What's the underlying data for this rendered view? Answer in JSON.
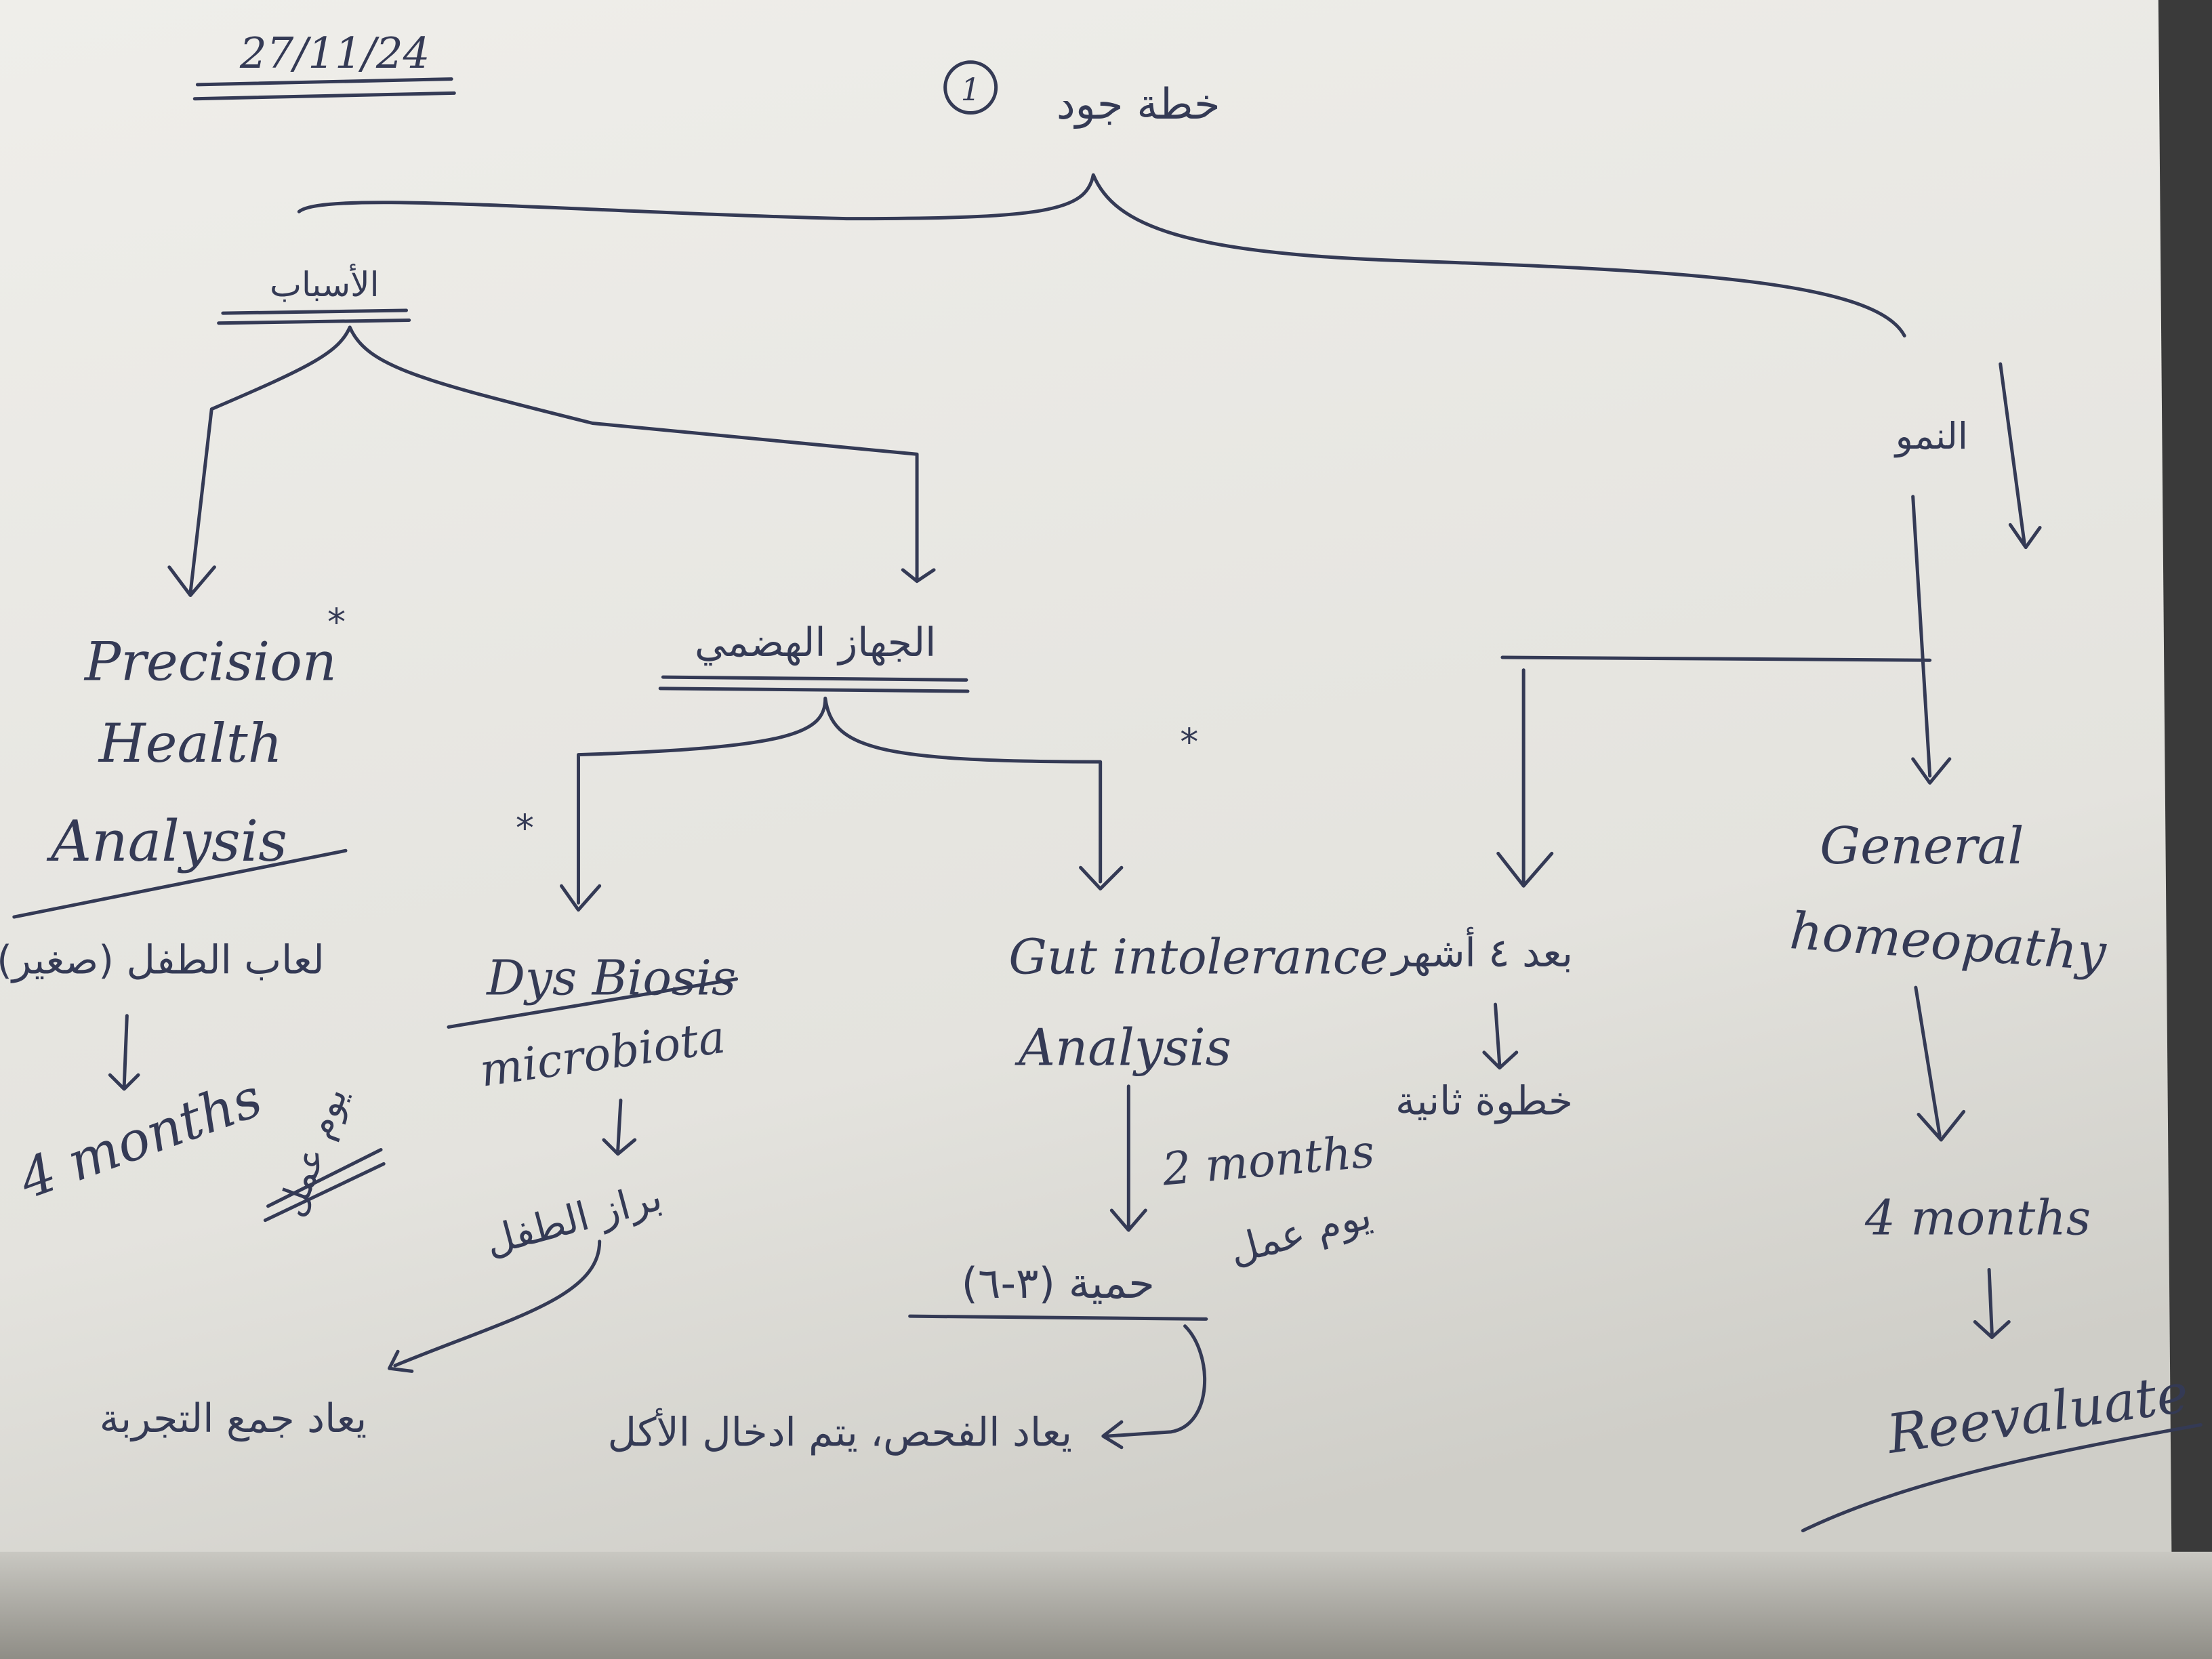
{
  "note": {
    "date": "27/11/24",
    "title": "خطة جود",
    "page_number": "1",
    "causes": {
      "heading": "الأسباب",
      "precision": {
        "line1": "Precision",
        "line2": "Health",
        "line3": "Analysis",
        "star": "*",
        "sample": "لعاب الطفل (صغير)",
        "duration": "4 months",
        "working_day": "يوم عمل"
      },
      "digestive": {
        "heading": "الجهاز الهضمي",
        "dysbiosis": {
          "line1": "Dys Biosis",
          "line2": "microbiota",
          "star": "*",
          "sample": "براز الطفل",
          "followup": "يعاد جمع التجربة"
        },
        "gut": {
          "line1": "Gut intolerance",
          "line2": "Analysis",
          "star": "*",
          "duration": "2 months",
          "working_day": "يوم عمل",
          "diet": "حمية (٣-٦)",
          "followup": "يعاد الفحص، يتم ادخال الأكل"
        }
      }
    },
    "growth": {
      "heading": "النمو",
      "after": "بعد ٤ أشهر",
      "next_step": "خطوة ثانية",
      "homeopathy": {
        "line1": "General",
        "line2": "homeopathy",
        "duration": "4 months",
        "result": "Reevaluate"
      }
    }
  }
}
